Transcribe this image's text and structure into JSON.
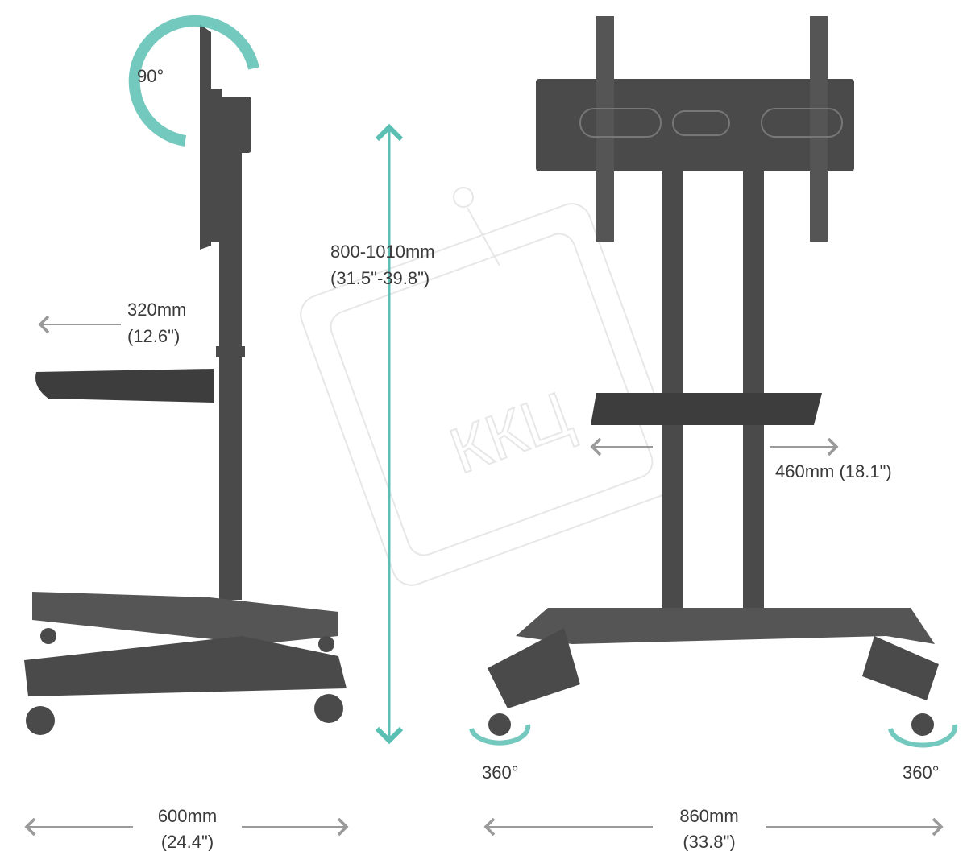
{
  "colors": {
    "accent": "#5cbfb4",
    "metal": "#4a4a4a",
    "arrow_gray": "#9a9a9a"
  },
  "side_view": {
    "tilt_label": "90°",
    "shelf_depth": {
      "mm": "320mm",
      "inch": "(12.6\")"
    },
    "base_width": {
      "mm": "600mm",
      "inch": "(24.4\")"
    }
  },
  "height_range": {
    "mm": "800-1010mm",
    "inch": "(31.5\"-39.8\")"
  },
  "front_view": {
    "shelf_width": "460mm (18.1\")",
    "caster_rotation_left": "360°",
    "caster_rotation_right": "360°",
    "base_width": {
      "mm": "860mm",
      "inch": "(33.8\")"
    }
  },
  "watermark": "ККЦ"
}
